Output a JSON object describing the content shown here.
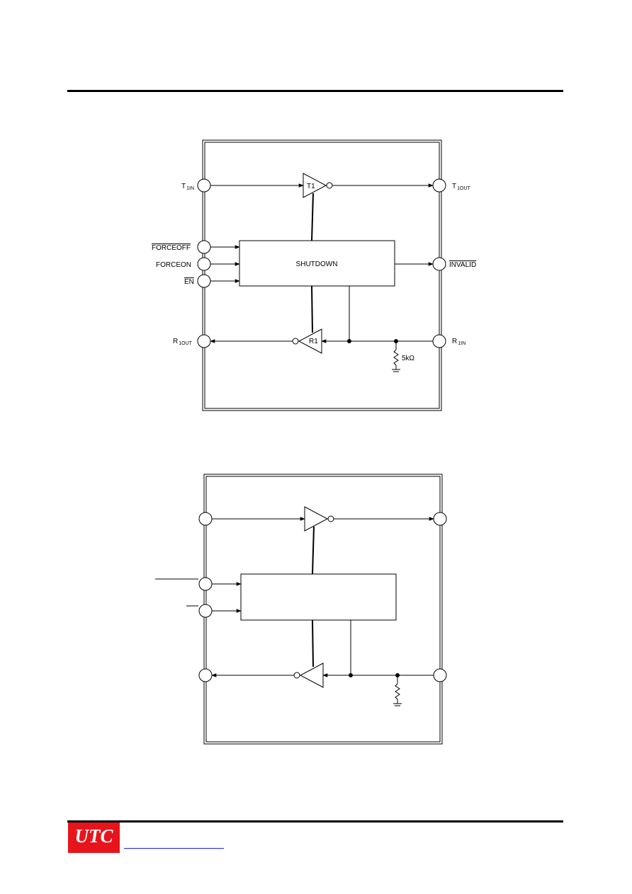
{
  "diagram1": {
    "pins": {
      "t1in": {
        "main": "T",
        "sub": "1IN"
      },
      "t1out": {
        "main": "T",
        "sub": "1OUT"
      },
      "r1out": {
        "main": "R",
        "sub": "1OUT"
      },
      "r1in": {
        "main": "R",
        "sub": "1IN"
      },
      "forceoff": "FORCEOFF",
      "forceon": "FORCEON",
      "en": "EN",
      "invalid": "INVALID"
    },
    "block_label": "SHUTDOWN",
    "driver_label": "T1",
    "receiver_label": "R1",
    "resistor_value": "5kΩ"
  },
  "footer": {
    "logo_text": "UTC",
    "brand_color": "#e8141c",
    "link_color": "#1a1aff"
  }
}
